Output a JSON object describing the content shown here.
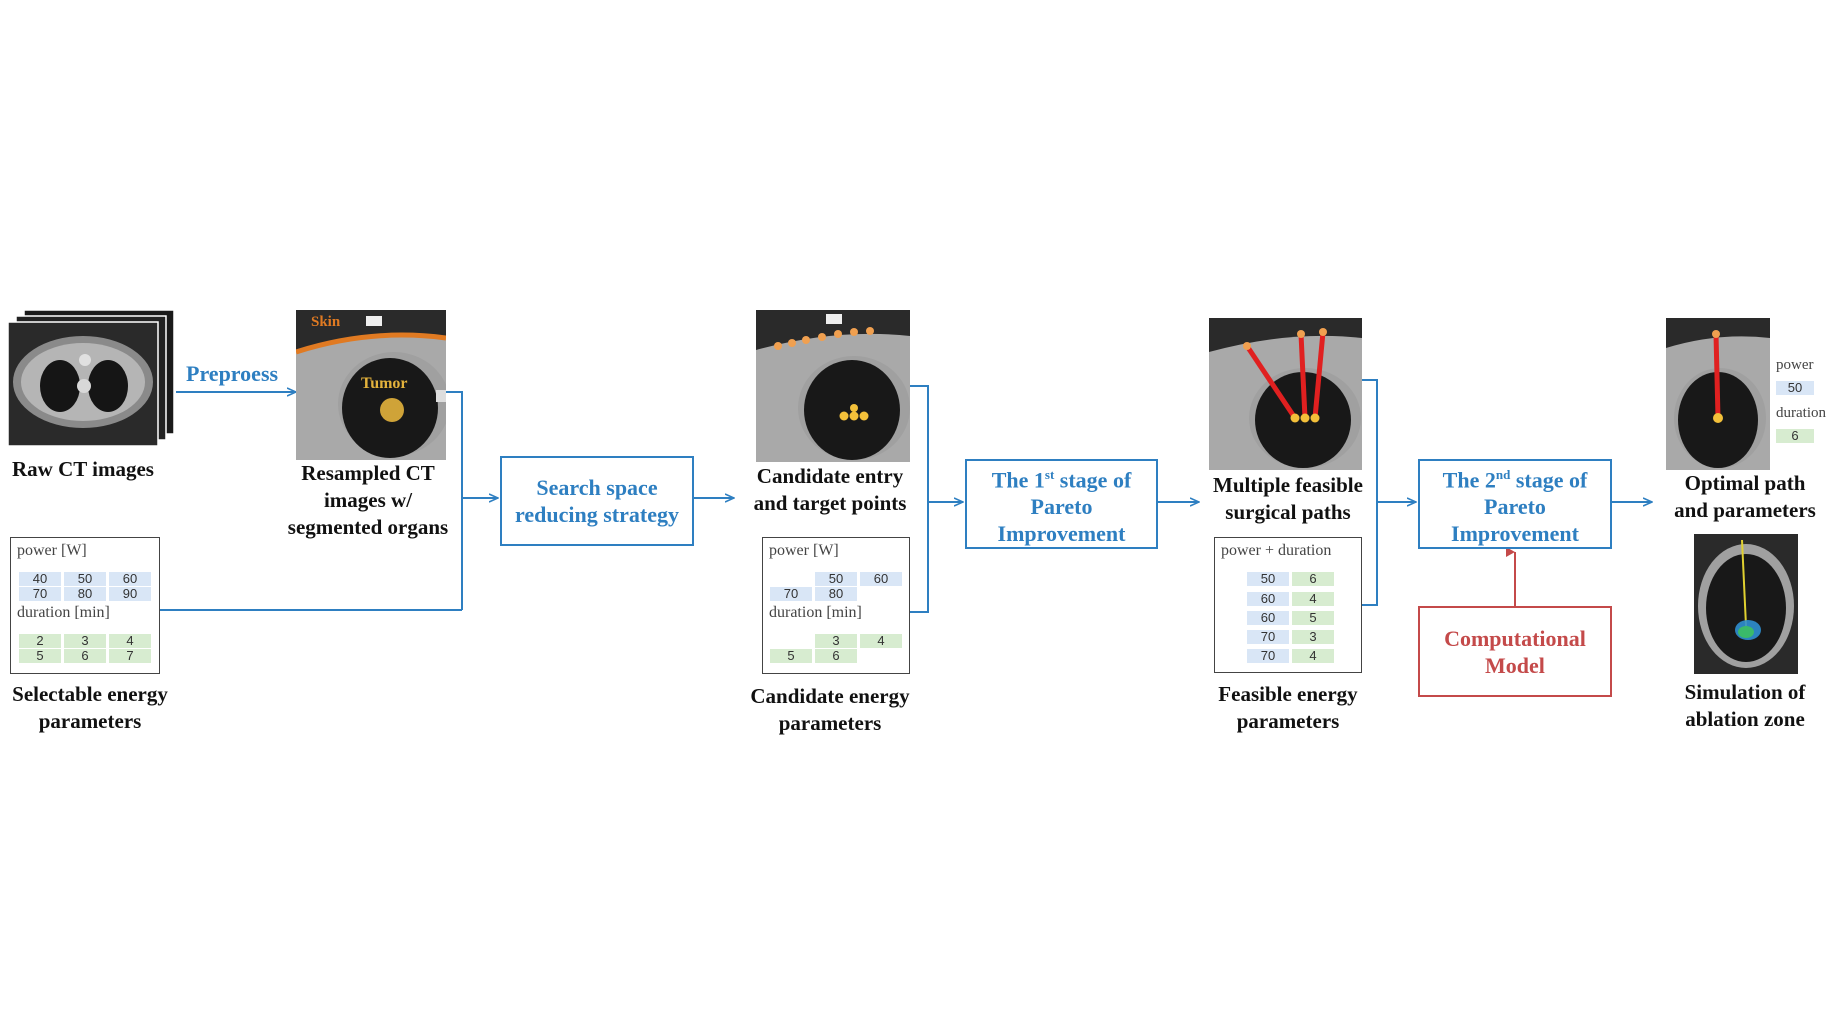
{
  "captions": {
    "raw_ct": "Raw CT images",
    "resampled_1": "Resampled CT",
    "resampled_2": "images w/",
    "resampled_3": "segmented organs",
    "selectable_1": "Selectable  energy",
    "selectable_2": "parameters",
    "candidate_pts_1": "Candidate entry",
    "candidate_pts_2": "and target points",
    "candidate_energy_1": "Candidate energy",
    "candidate_energy_2": "parameters",
    "multiple_1": "Multiple feasible",
    "multiple_2": "surgical paths",
    "feasible_1": "Feasible energy",
    "feasible_2": "parameters",
    "optimal_1": "Optimal path",
    "optimal_2": "and parameters",
    "simulation_1": "Simulation of",
    "simulation_2": "ablation zone"
  },
  "labels": {
    "preprocess": "Preproess",
    "skin": "Skin",
    "tumor": "Tumor"
  },
  "boxes": {
    "search_1": "Search space",
    "search_2": "reducing strategy",
    "stage1_pre": "The 1",
    "stage1_sup": "st",
    "stage1_post": " stage of",
    "stage2_pre": "The 2",
    "stage2_sup": "nd",
    "stage2_post": " stage of",
    "pareto": "Pareto",
    "improvement": "Improvement",
    "comp_1": "Computational",
    "comp_2": "Model"
  },
  "selectable": {
    "power_label": "power [W]",
    "duration_label": "duration [min]",
    "power_values": [
      "40",
      "50",
      "60",
      "70",
      "80",
      "90"
    ],
    "duration_values": [
      "2",
      "3",
      "4",
      "5",
      "6",
      "7"
    ]
  },
  "candidate": {
    "power_label": "power [W]",
    "duration_label": "duration [min]",
    "power_values": [
      "50",
      "60",
      "70",
      "80"
    ],
    "duration_values": [
      "3",
      "4",
      "5",
      "6"
    ]
  },
  "feasible": {
    "label": "power + duration",
    "power_values": [
      "50",
      "60",
      "60",
      "70",
      "70"
    ],
    "duration_values": [
      "6",
      "4",
      "5",
      "3",
      "4"
    ]
  },
  "optimal": {
    "power_label": "power",
    "power_value": "50",
    "duration_label": "duration",
    "duration_value": "6"
  },
  "colors": {
    "arrow_blue": "#2e7fc1",
    "model_red": "#c44a4a",
    "skin_orange": "#e07a22",
    "tumor_yellow": "#e3b23c",
    "path_red": "#e02020"
  }
}
